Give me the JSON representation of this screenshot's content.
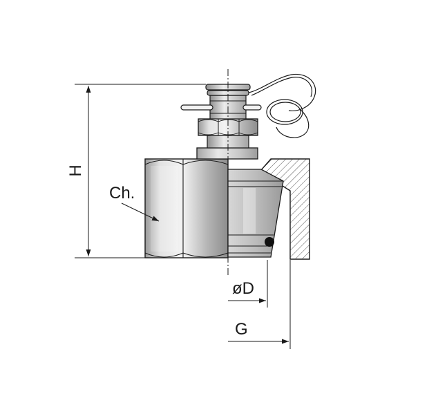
{
  "labels": {
    "height": "H",
    "hex": "Ch.",
    "bore": "øD",
    "thread": "G"
  },
  "colors": {
    "line": "#1a1a1a",
    "metal_light": "#e6e6e6",
    "metal_mid": "#bdbdbd",
    "metal_dark": "#8a8a8a",
    "hatch": "#555555",
    "seal": "#111111"
  }
}
